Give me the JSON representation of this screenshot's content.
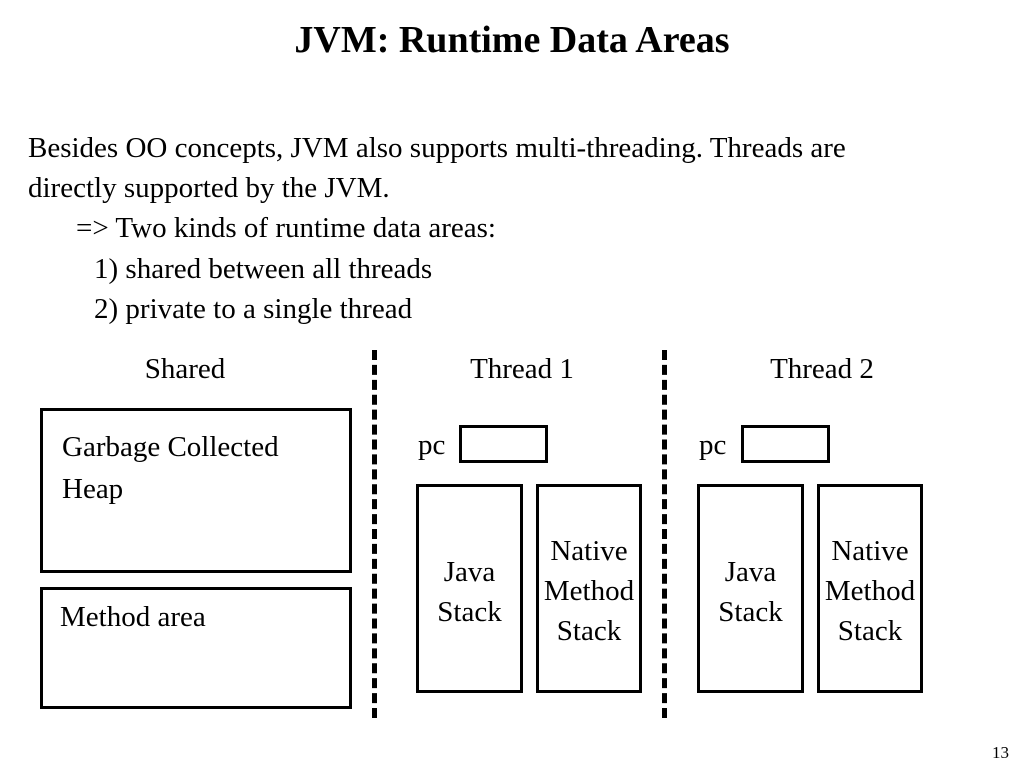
{
  "slide": {
    "title": "JVM: Runtime Data Areas",
    "paragraph_line1": "Besides OO concepts, JVM also supports multi-threading. Threads are",
    "paragraph_line2": "directly supported by the JVM.",
    "arrow_line": "=> Two kinds of runtime data areas:",
    "item1": "1) shared between all threads",
    "item2": "2) private to a single thread",
    "page_number": "13"
  },
  "diagram": {
    "columns": {
      "shared": "Shared",
      "thread1": "Thread 1",
      "thread2": "Thread 2"
    },
    "shared_areas": {
      "heap_line1": "Garbage Collected",
      "heap_line2": "Heap",
      "method_area": "Method area"
    },
    "thread1": {
      "pc": "pc",
      "java_stack_line1": "Java",
      "java_stack_line2": "Stack",
      "native_line1": "Native",
      "native_line2": "Method",
      "native_line3": "Stack"
    },
    "thread2": {
      "pc": "pc",
      "java_stack_line1": "Java",
      "java_stack_line2": "Stack",
      "native_line1": "Native",
      "native_line2": "Method",
      "native_line3": "Stack"
    }
  }
}
